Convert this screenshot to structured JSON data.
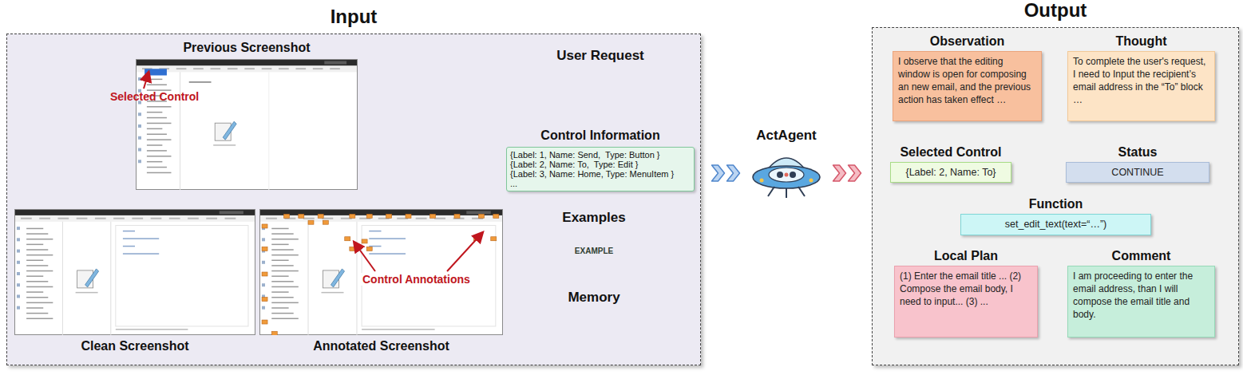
{
  "diagram": {
    "nodes": [
      {
        "text": [
          "Input"
        ]
      },
      {
        "text": [
          "Previous Screenshot"
        ],
        "in": 0
      },
      {
        "text": [
          "Clean Screenshot"
        ],
        "in": 0
      },
      {
        "text": [
          "Annotated Screenshot"
        ],
        "in": 0
      },
      {
        "text": [
          "Control Information",
          "{Label: 1, Name: Send,  Type: Button }",
          "{Label: 2, Name: To,  Type: Edit }",
          "{Label: 3, Name: Home, Type: MenuItem }",
          "..."
        ],
        "in": 0
      },
      {
        "text": [
          "ActAgent"
        ]
      },
      {
        "text": [
          "Output"
        ]
      },
      {
        "text": [
          "Observation",
          "I observe that the editing window is open for composing an new email, and the previous action has taken effect …"
        ],
        "in": 6
      },
      {
        "text": [
          "Thought",
          "To complete the user's request, I need to Input the recipient’s email address in the “To” block …"
        ],
        "in": 6
      },
      {
        "text": [
          "Selected Control",
          "{Label: 2, Name: To}"
        ],
        "in": 6
      },
      {
        "text": [
          "Status",
          "CONTINUE"
        ],
        "in": 6
      },
      {
        "text": [
          "Function",
          "set_edit_text(text=“…”)"
        ],
        "in": 6
      },
      {
        "text": [
          "Local Plan",
          "(1) Enter the email title ... (2) Compose the email body, I need to input... (3) ..."
        ],
        "in": 6
      },
      {
        "text": [
          "Comment",
          "I am proceeding to enter the email address, than I will compose the email title and body."
        ],
        "in": 6
      }
    ],
    "edges": [
      {
        "from": 0,
        "to": 5,
        "arrow": "to"
      },
      {
        "from": 5,
        "to": 6,
        "arrow": "to"
      }
    ],
    "labels": [
      "Selected Control",
      "Control Annotations",
      "User Request",
      "Examples",
      "EXAMPLE",
      "Memory"
    ]
  }
}
